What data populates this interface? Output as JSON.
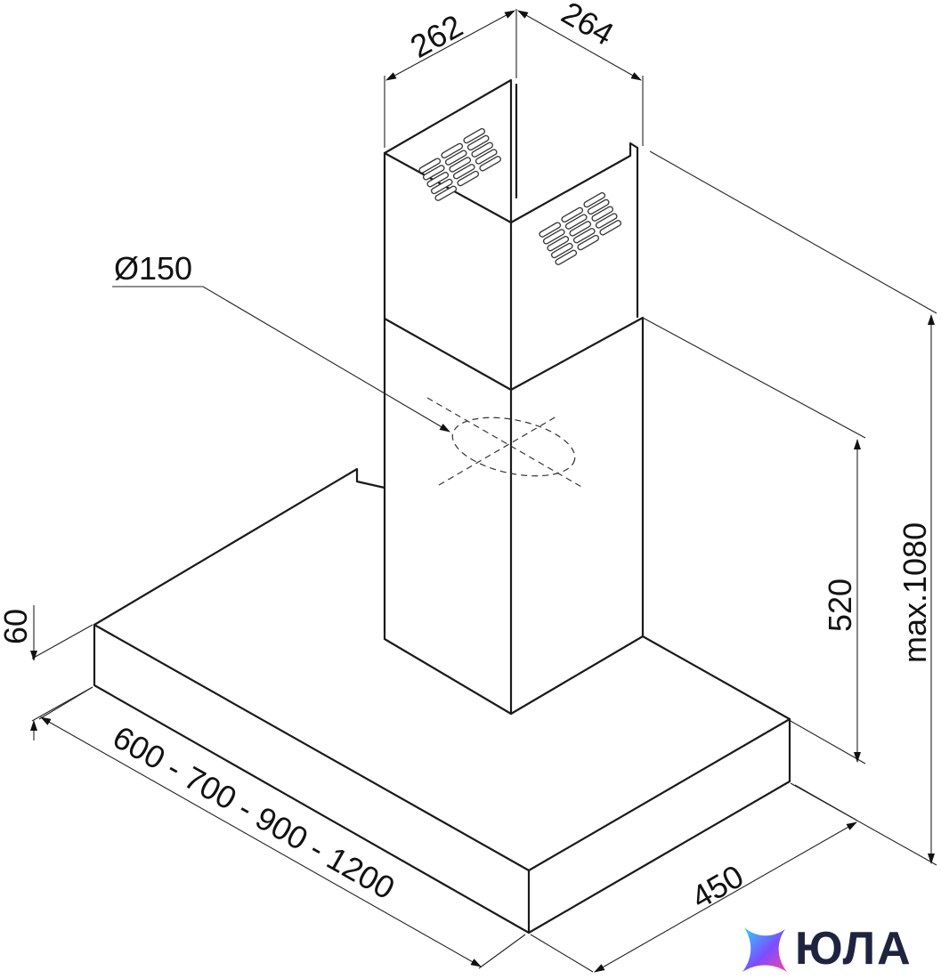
{
  "dimensions": {
    "chimney_width": "262",
    "chimney_depth": "264",
    "duct_diameter": "Ø150",
    "chimney_lower_height": "520",
    "max_height": "max.1080",
    "base_height": "60",
    "hood_widths": "600 - 700 - 900 - 1200",
    "hood_depth": "450"
  },
  "brand": {
    "name": "ЮЛА",
    "colors": [
      "#2fd4ff",
      "#7b4dff",
      "#ff3fa0"
    ]
  },
  "colors": {
    "line": "#1a1a1a",
    "background": "#ffffff"
  }
}
